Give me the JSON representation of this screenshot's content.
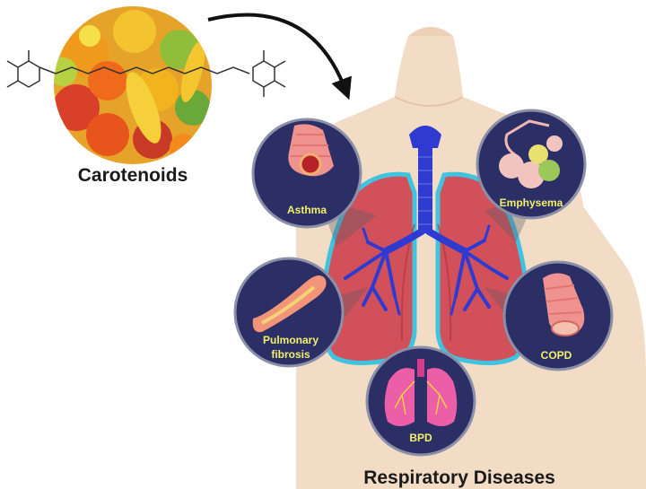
{
  "titles": {
    "carotenoids": "Carotenoids",
    "respiratory": "Respiratory Diseases"
  },
  "diseases": {
    "asthma": "Asthma",
    "emphysema": "Emphysema",
    "pulmonary_line1": "Pulmonary",
    "pulmonary_line2": "fibrosis",
    "copd": "COPD",
    "bpd": "BPD"
  },
  "colors": {
    "circle_fill": "#2b2f66",
    "circle_ring": "#8b8fa8",
    "label": "#f3f06a",
    "body": "#f3dcc5",
    "lung": "#d2505a",
    "lung_outline": "#3fc3df",
    "airway": "#2f3bd0"
  },
  "icons": [
    "fruit-vegetable-photo",
    "carotene-molecule-icon",
    "curved-arrow-icon",
    "body-silhouette",
    "lungs-icon",
    "bronchial-tree-icon"
  ]
}
